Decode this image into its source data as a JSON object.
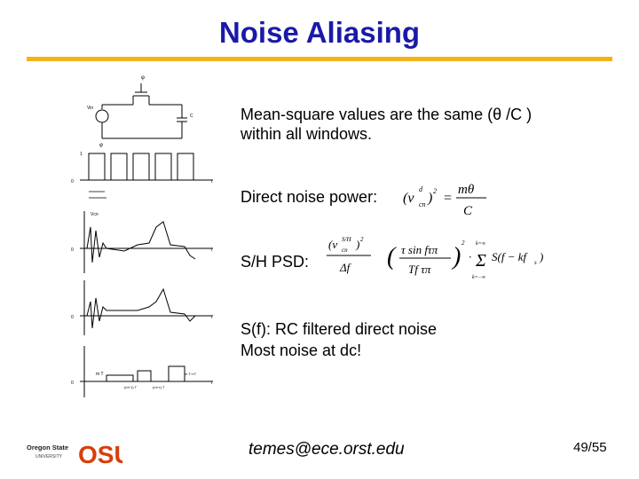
{
  "title": "Noise Aliasing",
  "colors": {
    "title": "#1a1aa8",
    "rule": "#f2b319",
    "osu": "#d73f09"
  },
  "bullets": {
    "mean_square_line1": "Mean-square values are the same (θ /C )",
    "mean_square_line2": "within all windows.",
    "direct_noise": "Direct noise power:",
    "sh_psd": "S/H PSD:",
    "sf_line1": "S(f): RC filtered direct noise",
    "sf_line2": "Most noise at dc!"
  },
  "figure": {
    "labels": [
      "φ",
      "Vin",
      "C",
      "φ",
      "1",
      "0",
      "t",
      "Vcn",
      "0",
      "t",
      "0",
      "t",
      "0",
      "t",
      "m T",
      "(m+1) T",
      "(m+τ) T",
      "m T+τT"
    ]
  },
  "logo": {
    "line1": "Oregon State",
    "line2": "UNIVERSITY",
    "mark": "OSU"
  },
  "footer": {
    "email": "temes@ece.orst.edu",
    "page": "49/55"
  }
}
